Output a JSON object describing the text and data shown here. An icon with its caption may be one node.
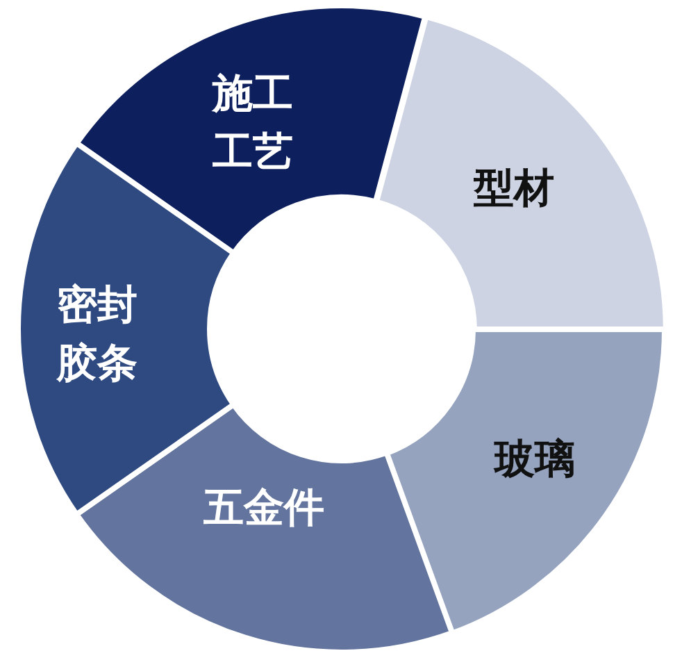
{
  "diagram": {
    "nodes": [
      {
        "text": [
          "施工工艺"
        ]
      },
      {
        "text": [
          "型材"
        ]
      },
      {
        "text": [
          "玻璃"
        ]
      },
      {
        "text": [
          "五金件"
        ]
      },
      {
        "text": [
          "密封胶条"
        ]
      }
    ],
    "edges": []
  }
}
